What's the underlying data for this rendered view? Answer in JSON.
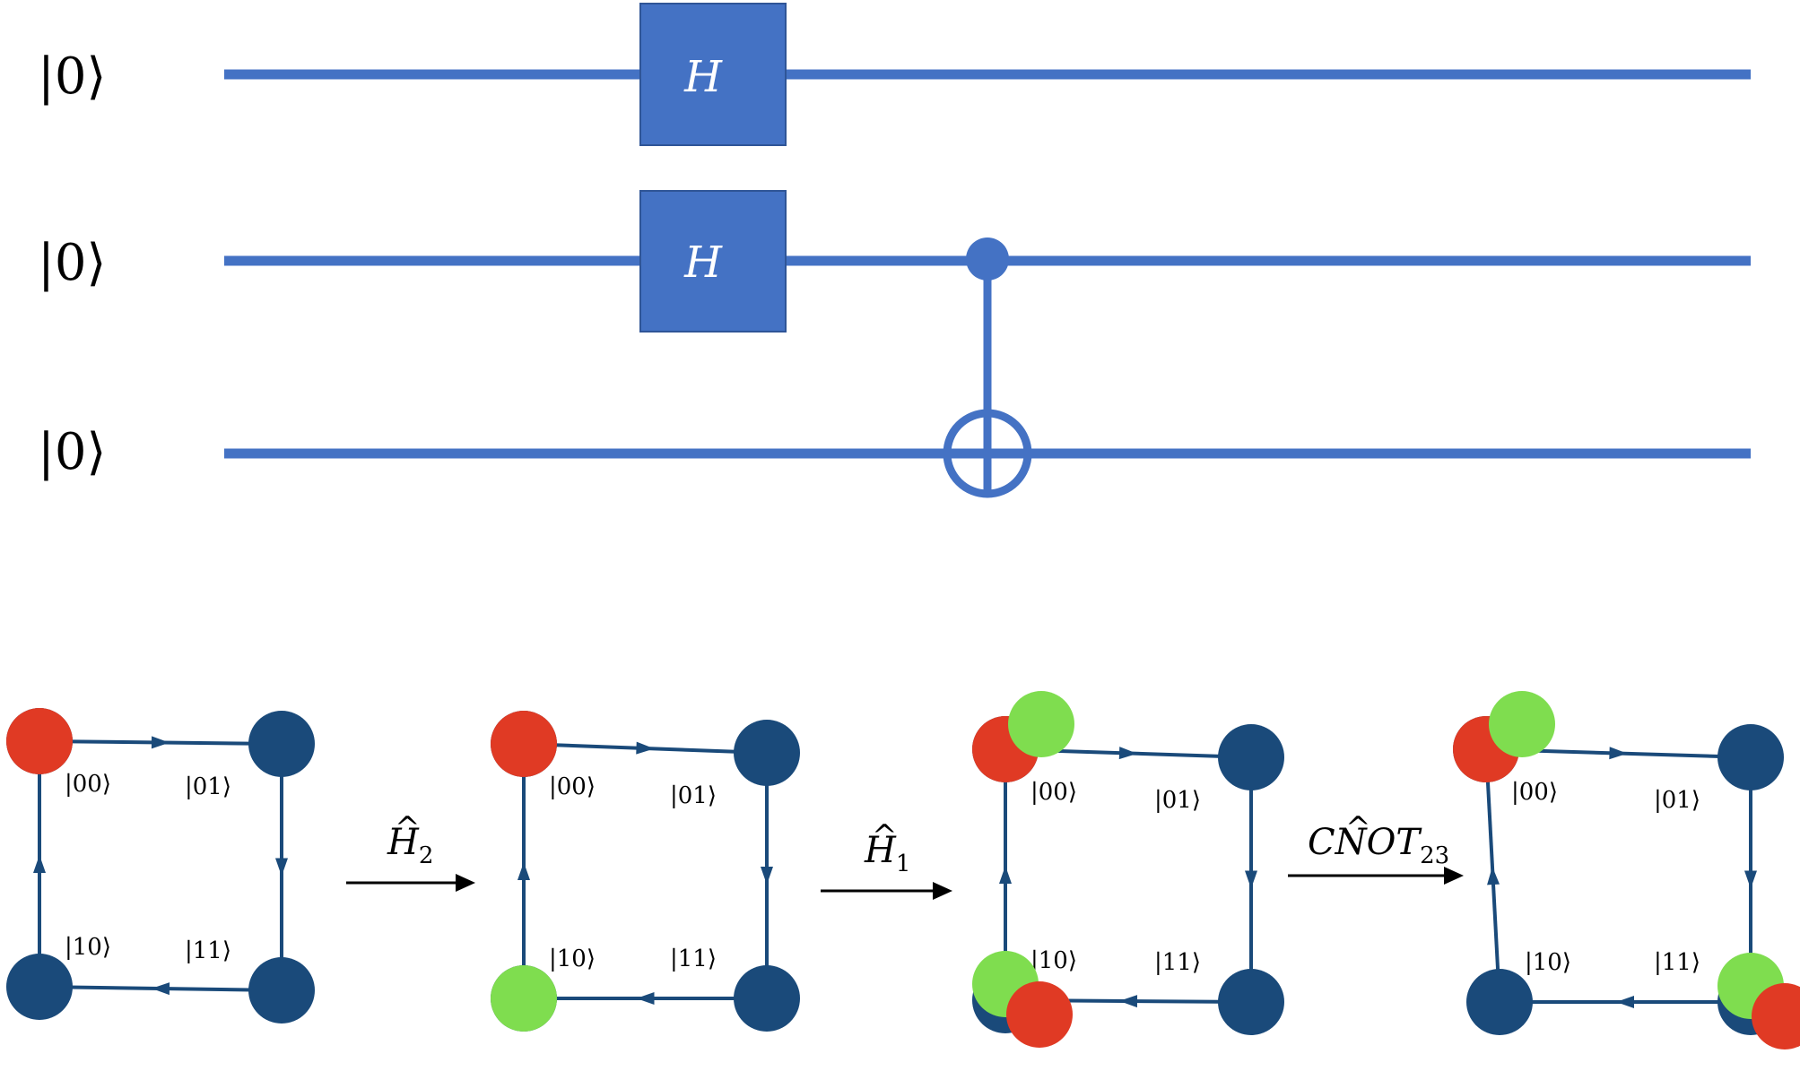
{
  "colors": {
    "wire": "#4472C4",
    "gate_fill": "#4472C4",
    "gate_text": "#ffffff",
    "graph_blue": "#1A4A7A",
    "node_red": "#E03A24",
    "node_green": "#7FDD4F",
    "arrow": "#000000"
  },
  "circuit": {
    "qubits": [
      {
        "label": "|0⟩"
      },
      {
        "label": "|0⟩"
      },
      {
        "label": "|0⟩"
      }
    ],
    "gates": [
      {
        "type": "H",
        "label": "H",
        "qubit": 0
      },
      {
        "type": "H",
        "label": "H",
        "qubit": 1
      },
      {
        "type": "CNOT",
        "control": 1,
        "target": 2
      }
    ]
  },
  "graphs": {
    "node_labels": [
      "|00⟩",
      "|01⟩",
      "|10⟩",
      "|11⟩"
    ],
    "states": [
      {
        "markers": {
          "00": [
            "red"
          ],
          "10": []
        }
      },
      {
        "markers": {
          "00": [
            "red"
          ],
          "10": [
            "green"
          ]
        }
      },
      {
        "markers": {
          "00": [
            "red",
            "green"
          ],
          "10": [
            "green",
            "red"
          ]
        }
      },
      {
        "markers": {
          "00": [
            "red",
            "green"
          ],
          "11": [
            "green",
            "red"
          ]
        }
      }
    ]
  },
  "operators": [
    {
      "base": "H",
      "hat": "^",
      "sub": "2"
    },
    {
      "base": "H",
      "hat": "^",
      "sub": "1"
    },
    {
      "prefix": "C",
      "base": "N",
      "hat": "^",
      "suffix": "OT",
      "sub": "23"
    }
  ]
}
